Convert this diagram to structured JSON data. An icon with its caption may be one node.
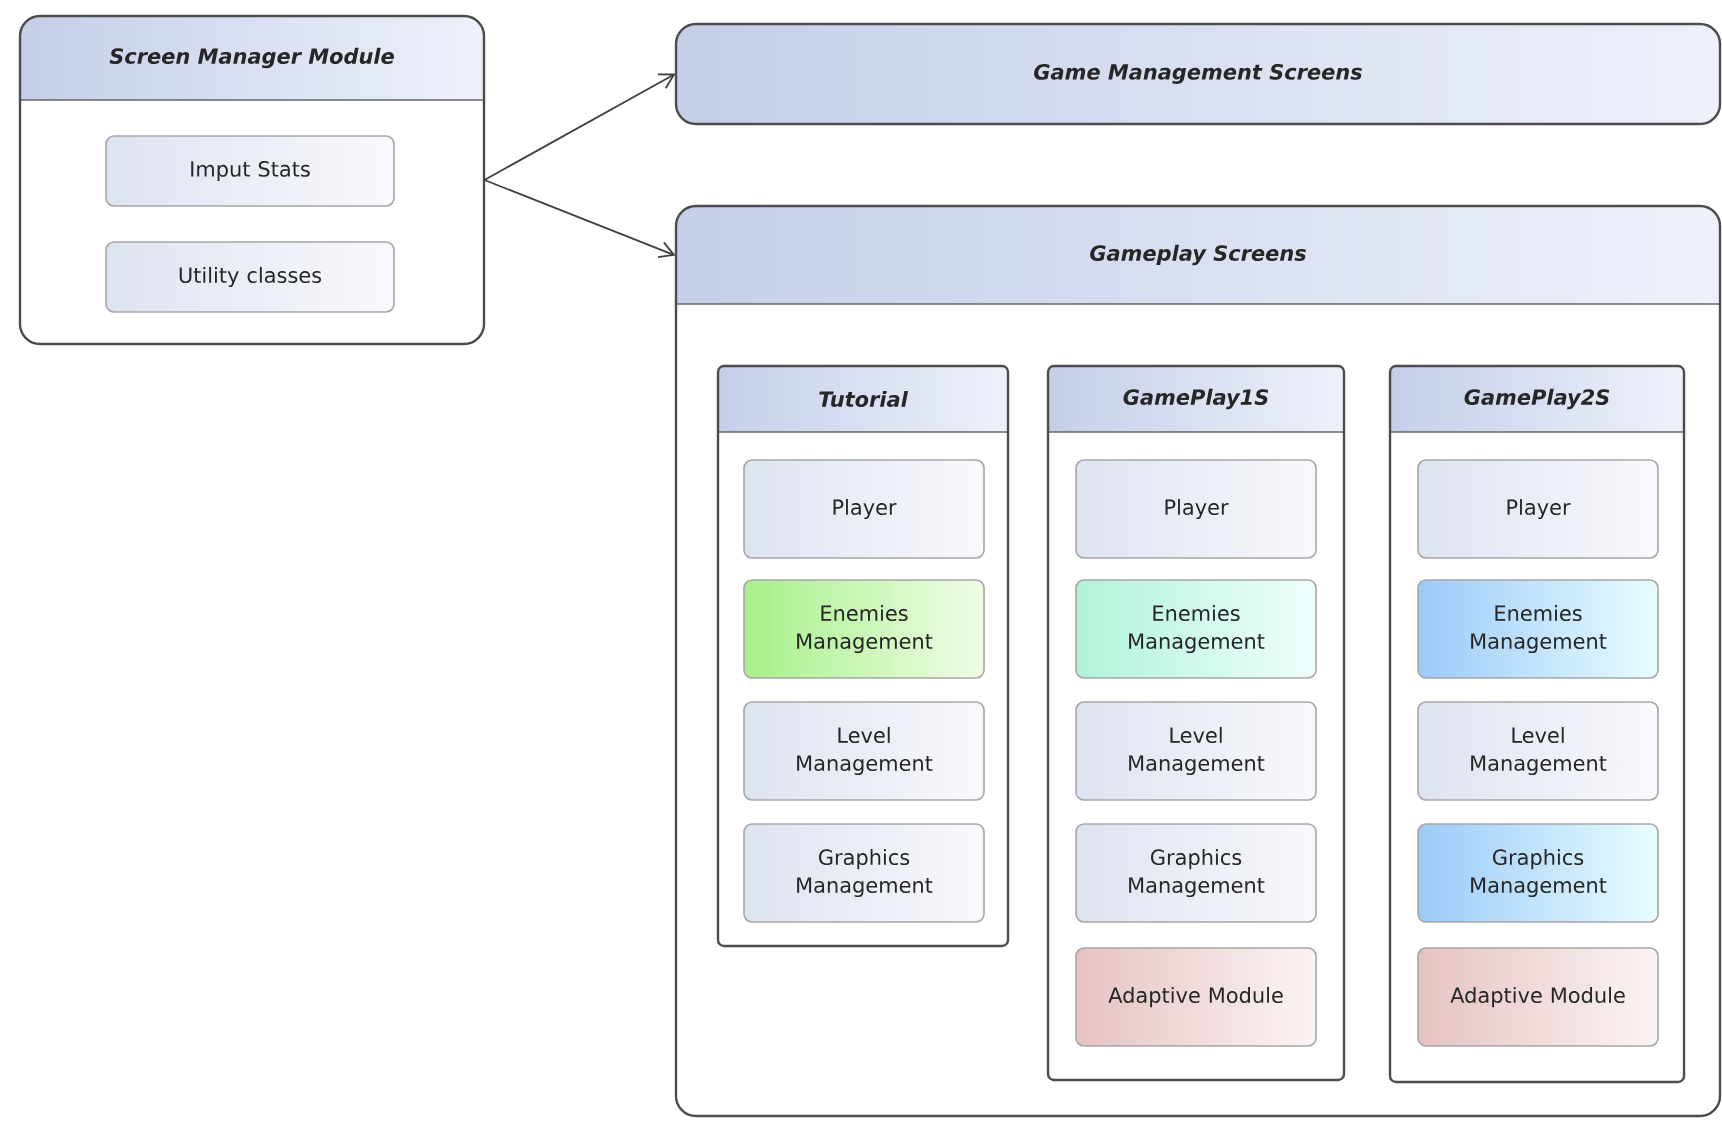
{
  "diagram": {
    "nodes": [
      {
        "text": [
          "Screen Manager Module"
        ]
      },
      {
        "text": [
          "Imput Stats"
        ],
        "in": 0
      },
      {
        "text": [
          "Utility classes"
        ],
        "in": 0
      },
      {
        "text": [
          "Game Management Screens"
        ]
      },
      {
        "text": [
          "Gameplay Screens"
        ]
      },
      {
        "text": [
          "Tutorial"
        ],
        "in": 4
      },
      {
        "text": [
          "Player"
        ],
        "in": 5
      },
      {
        "text": [
          "Enemies Management"
        ],
        "in": 5
      },
      {
        "text": [
          "Level Management"
        ],
        "in": 5
      },
      {
        "text": [
          "Graphics Management"
        ],
        "in": 5
      },
      {
        "text": [
          "GamePlay1S"
        ],
        "in": 4
      },
      {
        "text": [
          "Player"
        ],
        "in": 10
      },
      {
        "text": [
          "Enemies Management"
        ],
        "in": 10
      },
      {
        "text": [
          "Level Management"
        ],
        "in": 10
      },
      {
        "text": [
          "Graphics Management"
        ],
        "in": 10
      },
      {
        "text": [
          "Adaptive Module"
        ],
        "in": 10
      },
      {
        "text": [
          "GamePlay2S"
        ],
        "in": 4
      },
      {
        "text": [
          "Player"
        ],
        "in": 16
      },
      {
        "text": [
          "Enemies Management"
        ],
        "in": 16
      },
      {
        "text": [
          "Level Management"
        ],
        "in": 16
      },
      {
        "text": [
          "Graphics Management"
        ],
        "in": 16
      },
      {
        "text": [
          "Adaptive Module"
        ],
        "in": 16
      }
    ],
    "edges": [
      {
        "from": 0,
        "to": 3,
        "arrow": "to"
      },
      {
        "from": 0,
        "to": 4,
        "arrow": "to"
      }
    ]
  }
}
